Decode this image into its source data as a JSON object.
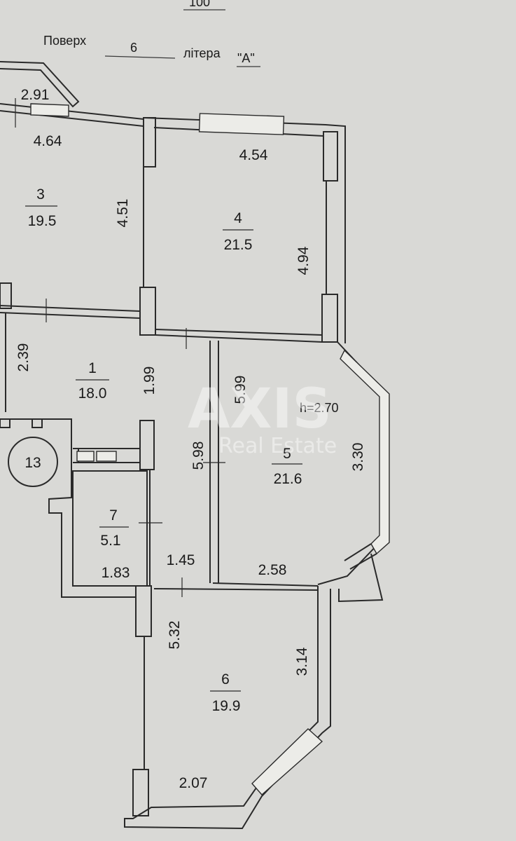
{
  "header": {
    "top_number": "100",
    "floor_label": "Поверх",
    "floor_value": "6",
    "letter_label": "літера",
    "letter_value": "\"А\""
  },
  "rooms": [
    {
      "number": "3",
      "area": "19.5"
    },
    {
      "number": "4",
      "area": "21.5"
    },
    {
      "number": "1",
      "area": "18.0"
    },
    {
      "number": "5",
      "area": "21.6"
    },
    {
      "number": "7",
      "area": "5.1"
    },
    {
      "number": "6",
      "area": "19.9"
    }
  ],
  "dimensions": {
    "d_2_91": "2.91",
    "d_4_64": "4.64",
    "d_4_54": "4.54",
    "d_4_51": "4.51",
    "d_4_94": "4.94",
    "d_2_39": "2.39",
    "d_1_99": "1.99",
    "d_5_99": "5.99",
    "d_5_98": "5.98",
    "d_3_30": "3.30",
    "d_1_83": "1.83",
    "d_1_45": "1.45",
    "d_2_58": "2.58",
    "d_5_32": "5.32",
    "d_3_14": "3.14",
    "d_2_07": "2.07"
  },
  "ceiling_height": "h=2.70",
  "stair_number": "13",
  "watermark": {
    "brand": "AXIS",
    "sub": "Real Estate"
  }
}
